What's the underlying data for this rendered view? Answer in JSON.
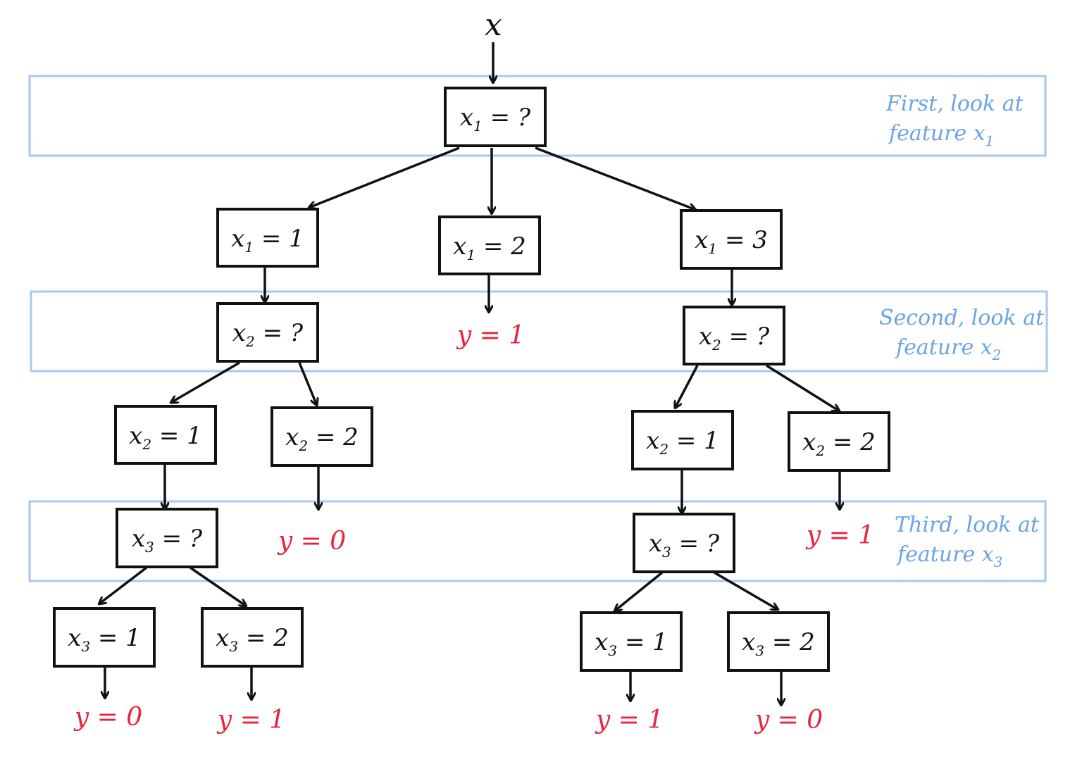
{
  "input": {
    "label": "x"
  },
  "layers": [
    {
      "line1": "First, look at",
      "line2_text": "feature x",
      "line2_sub": "1"
    },
    {
      "line1": "Second, look at",
      "line2_text": "feature x",
      "line2_sub": "2"
    },
    {
      "line1": "Third, look at",
      "line2_text": "feature x",
      "line2_sub": "3"
    }
  ],
  "nodes": {
    "root": {
      "var": "x",
      "sub": "1",
      "rest": " = ?"
    },
    "x1_1": {
      "var": "x",
      "sub": "1",
      "rest": " = 1"
    },
    "x1_2": {
      "var": "x",
      "sub": "1",
      "rest": " = 2"
    },
    "x1_3": {
      "var": "x",
      "sub": "1",
      "rest": " = 3"
    },
    "L_x2q": {
      "var": "x",
      "sub": "2",
      "rest": " = ?"
    },
    "R_x2q": {
      "var": "x",
      "sub": "2",
      "rest": " = ?"
    },
    "L_x2_1": {
      "var": "x",
      "sub": "2",
      "rest": " = 1"
    },
    "L_x2_2": {
      "var": "x",
      "sub": "2",
      "rest": " = 2"
    },
    "R_x2_1": {
      "var": "x",
      "sub": "2",
      "rest": " = 1"
    },
    "R_x2_2": {
      "var": "x",
      "sub": "2",
      "rest": " = 2"
    },
    "L_x3q": {
      "var": "x",
      "sub": "3",
      "rest": " = ?"
    },
    "R_x3q": {
      "var": "x",
      "sub": "3",
      "rest": " = ?"
    },
    "L_x3_1": {
      "var": "x",
      "sub": "3",
      "rest": " = 1"
    },
    "L_x3_2": {
      "var": "x",
      "sub": "3",
      "rest": " = 2"
    },
    "R_x3_1": {
      "var": "x",
      "sub": "3",
      "rest": " = 1"
    },
    "R_x3_2": {
      "var": "x",
      "sub": "3",
      "rest": " = 2"
    }
  },
  "leaves": {
    "M": "y = 1",
    "LA": "y = 0",
    "RA": "y = 1",
    "LB1": "y = 0",
    "LB2": "y = 1",
    "RB1": "y = 1",
    "RB2": "y = 0"
  },
  "colors": {
    "leaf": "#e8243c",
    "annotation": "#6aa3e6",
    "band": "#a8c8ec",
    "line": "#111111"
  }
}
